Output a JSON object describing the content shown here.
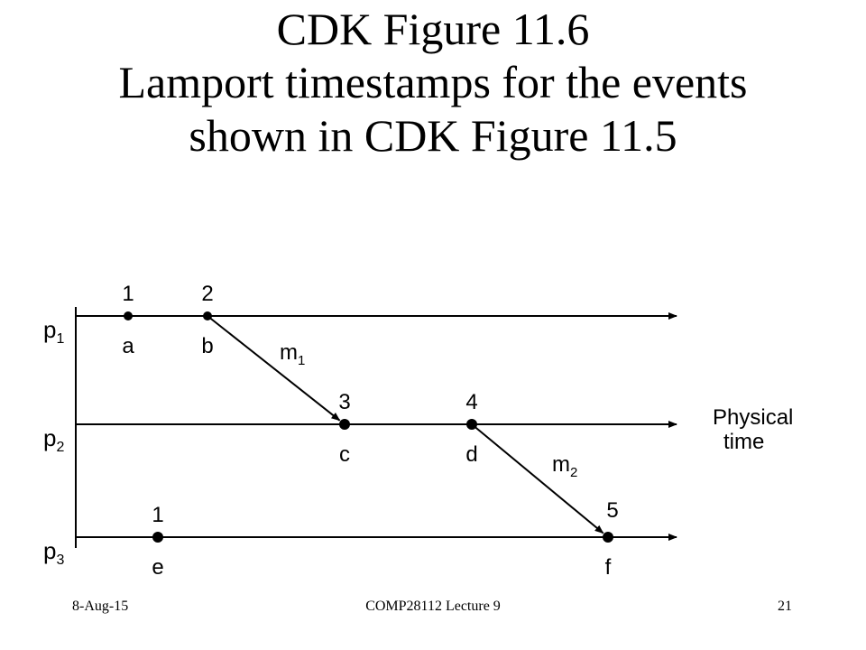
{
  "title": {
    "line1": "CDK Figure 11.6",
    "line2": "Lamport timestamps for the events",
    "line3": "shown in CDK Figure 11.5"
  },
  "diagram": {
    "processes": [
      {
        "name": "p",
        "sub": "1"
      },
      {
        "name": "p",
        "sub": "2"
      },
      {
        "name": "p",
        "sub": "3"
      }
    ],
    "events": [
      {
        "label": "a",
        "timestamp": "1",
        "process": 0
      },
      {
        "label": "b",
        "timestamp": "2",
        "process": 0
      },
      {
        "label": "c",
        "timestamp": "3",
        "process": 1
      },
      {
        "label": "d",
        "timestamp": "4",
        "process": 1
      },
      {
        "label": "e",
        "timestamp": "1",
        "process": 2
      },
      {
        "label": "f",
        "timestamp": "5",
        "process": 2
      }
    ],
    "messages": [
      {
        "name": "m",
        "sub": "1",
        "from": "b",
        "to": "c"
      },
      {
        "name": "m",
        "sub": "2",
        "from": "d",
        "to": "f"
      }
    ],
    "axis_label": {
      "line1": "Physical",
      "line2": "time"
    }
  },
  "footer": {
    "date": "8-Aug-15",
    "course": "COMP28112 Lecture 9",
    "page": "21"
  }
}
